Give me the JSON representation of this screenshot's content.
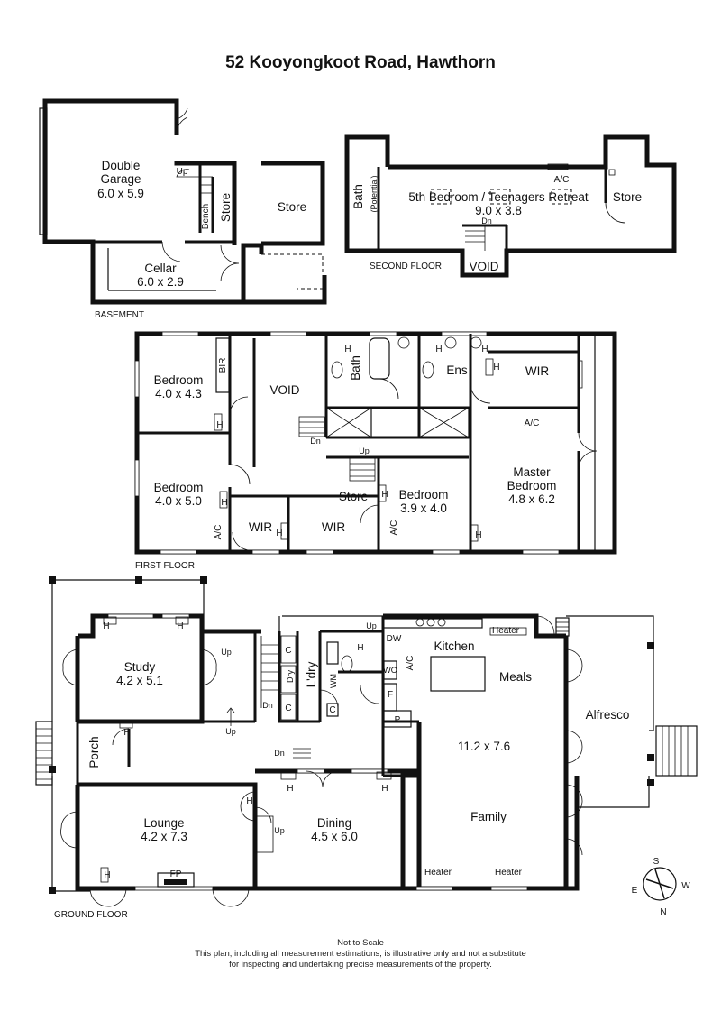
{
  "title": "52 Kooyongkoot Road, Hawthorn",
  "floors": {
    "basement": {
      "label": "BASEMENT",
      "rooms": {
        "garage_name": "Double\nGarage",
        "garage_size": "6.0 x 5.9",
        "cellar_name": "Cellar",
        "cellar_size": "6.0 x 2.9",
        "store1": "Store",
        "store2": "Store",
        "bench": "Bench",
        "up": "Up"
      }
    },
    "second": {
      "label": "SECOND FLOOR",
      "rooms": {
        "bath": "Bath",
        "bath_note": "(Potential)",
        "bedroom5_name": "5th Bedroom / Teenagers Retreat",
        "bedroom5_size": "9.0 x 3.8",
        "ac": "A/C",
        "store": "Store",
        "dn": "Dn",
        "void": "VOID"
      }
    },
    "first": {
      "label": "FIRST FLOOR",
      "rooms": {
        "bedroom_a_name": "Bedroom",
        "bedroom_a_size": "4.0 x 4.3",
        "bir": "BIR",
        "void": "VOID",
        "bath": "Bath",
        "ens": "Ens",
        "wir_master": "WIR",
        "ac_master": "A/C",
        "master_name": "Master\nBedroom",
        "master_size": "4.8 x 6.2",
        "bedroom_b_name": "Bedroom",
        "bedroom_b_size": "4.0 x 5.0",
        "ac_b": "A/C",
        "wir1": "WIR",
        "wir2": "WIR",
        "store": "Store",
        "bedroom_c_name": "Bedroom",
        "bedroom_c_size": "3.9 x 4.0",
        "ac_c": "A/C",
        "dn": "Dn",
        "up": "Up",
        "h": "H"
      }
    },
    "ground": {
      "label": "GROUND FLOOR",
      "rooms": {
        "study_name": "Study",
        "study_size": "4.2 x 5.1",
        "porch": "Porch",
        "lounge_name": "Lounge",
        "lounge_size": "4.2 x 7.3",
        "fp": "FP",
        "dining_name": "Dining",
        "dining_size": "4.5 x 6.0",
        "laundry": "L'dry",
        "dry": "Dry",
        "wm": "WM",
        "c": "C",
        "kitchen": "Kitchen",
        "dw": "DW",
        "wo": "WO",
        "ac": "A/C",
        "f": "F",
        "p": "P",
        "meals": "Meals",
        "family_size": "11.2 x 7.6",
        "family": "Family",
        "alfresco": "Alfresco",
        "heater": "Heater",
        "up": "Up",
        "dn": "Dn",
        "h": "H"
      }
    }
  },
  "compass": {
    "s": "S",
    "w": "W",
    "e": "E",
    "n": "N"
  },
  "disclaimer": {
    "line1": "Not to Scale",
    "line2": "This plan, including all measurement estimations, is illustrative only and not a substitute",
    "line3": "for inspecting and undertaking precise measurements of the property."
  }
}
